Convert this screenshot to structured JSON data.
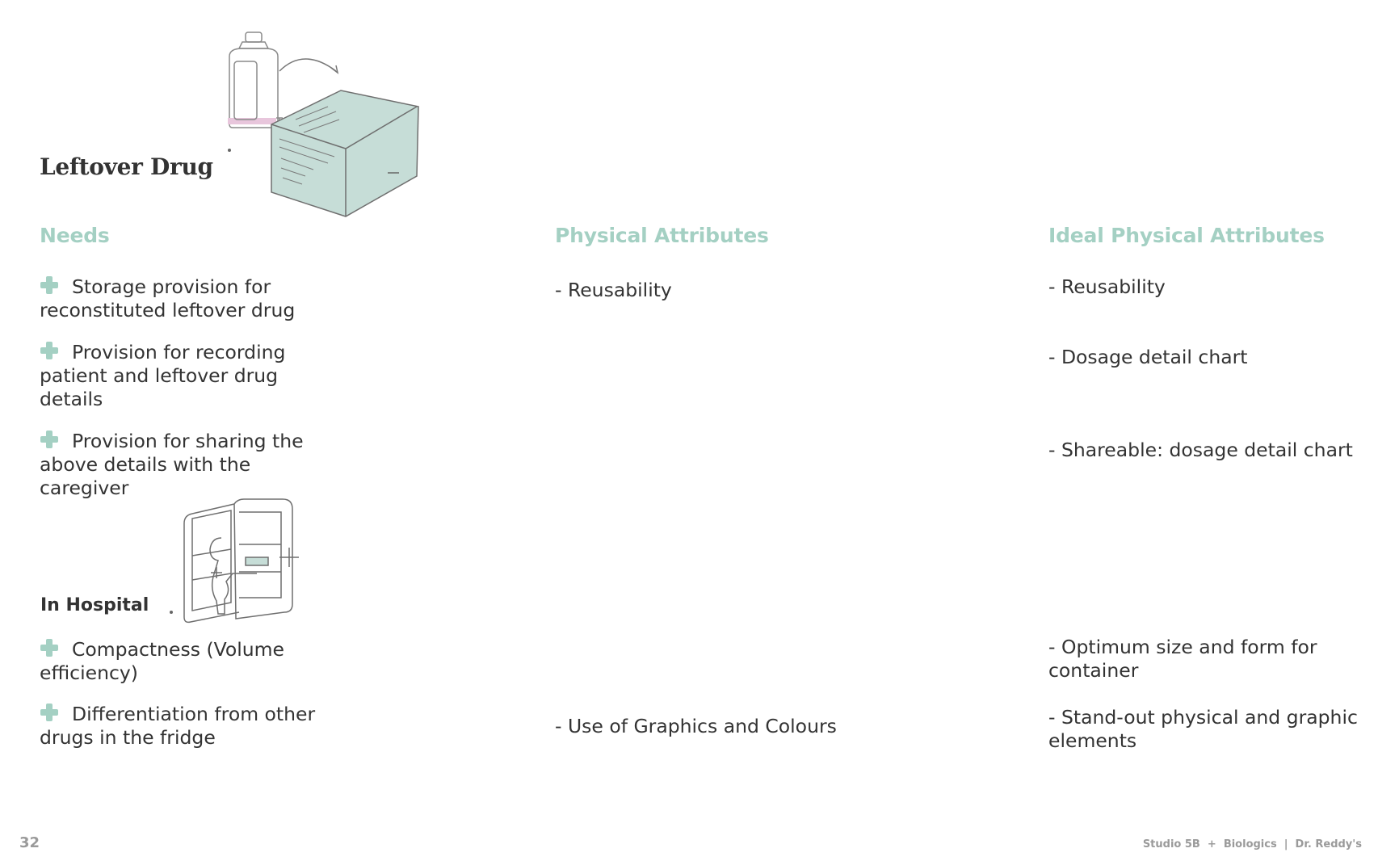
{
  "page": {
    "title": "Leftover Drug",
    "page_number": "32",
    "footer": "Studio 5B  +  Biologics  |  Dr. Reddy's"
  },
  "columns": {
    "needs": {
      "heading": "Needs"
    },
    "physical": {
      "heading": "Physical Attributes"
    },
    "ideal": {
      "heading": "Ideal Physical Attributes"
    }
  },
  "needs": [
    {
      "text": "Storage provision for reconstituted leftover drug"
    },
    {
      "text": "Provision for recording patient and leftover drug details"
    },
    {
      "text": "Provision for sharing the above details with the caregiver"
    }
  ],
  "hospital": {
    "heading": "In Hospital",
    "needs": [
      {
        "text": "Compactness (Volume efficiency)"
      },
      {
        "text": "Differentiation from other drugs in the fridge"
      }
    ]
  },
  "physical_attributes": [
    "- Reusability",
    "- Use of Graphics and Colours"
  ],
  "ideal_attributes": [
    "- Reusability",
    "- Dosage detail chart",
    "- Shareable: dosage detail chart",
    "- Optimum size and form for container",
    "- Stand-out physical and graphic elements"
  ],
  "accent_color": "#a4d0c3"
}
